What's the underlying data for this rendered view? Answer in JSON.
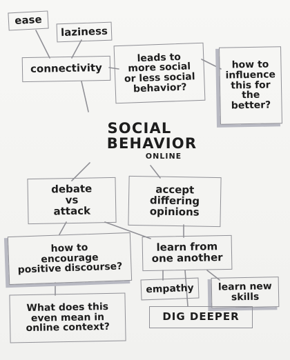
{
  "nodes": {
    "ease": "ease",
    "laziness": "laziness",
    "connectivity": "connectivity",
    "leads_to": "leads to\nmore social\nor less social\nbehavior?",
    "how_to_influence": "how to\ninfluence\nthis for\nthe\nbetter?",
    "central_line1": "SOCIAL",
    "central_line2": "BEHAVIOR",
    "central_sub": "ONLINE",
    "debate": "debate\nvs\nattack",
    "accept": "accept\ndiffering\nopinions",
    "encourage": "how to\nencourage\npositive discourse?",
    "learn": "learn from\none another",
    "what_does": "What does this\neven mean in\nonline context?",
    "empathy": "empathy",
    "learn_new": "learn new\nskills",
    "dig_deeper": "DIG DEEPER"
  },
  "colors": {
    "ink": "#1d1d1d",
    "box_stroke": "#8f8f95",
    "shadow": "#b8b9c2",
    "paper": "#f6f6f4"
  }
}
